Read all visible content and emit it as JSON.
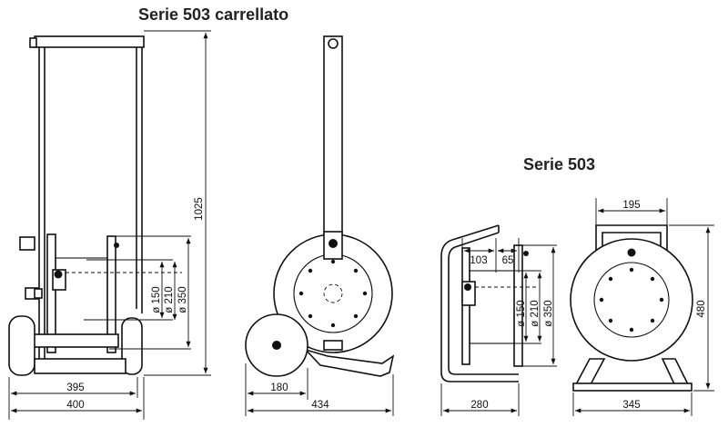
{
  "titles": {
    "trolley": "Serie 503 carrellato",
    "standard": "Serie 503"
  },
  "dims": {
    "height_1025": "1025",
    "w_395": "395",
    "w_400": "400",
    "d150": "ø 150",
    "d210": "ø 210",
    "d350": "ø 350",
    "w_180": "180",
    "w_434": "434",
    "w_103": "103",
    "w_65": "65",
    "w_280": "280",
    "w_195": "195",
    "w_345": "345",
    "h_480": "480"
  },
  "colors": {
    "line": "#111111",
    "background": "#ffffff"
  }
}
